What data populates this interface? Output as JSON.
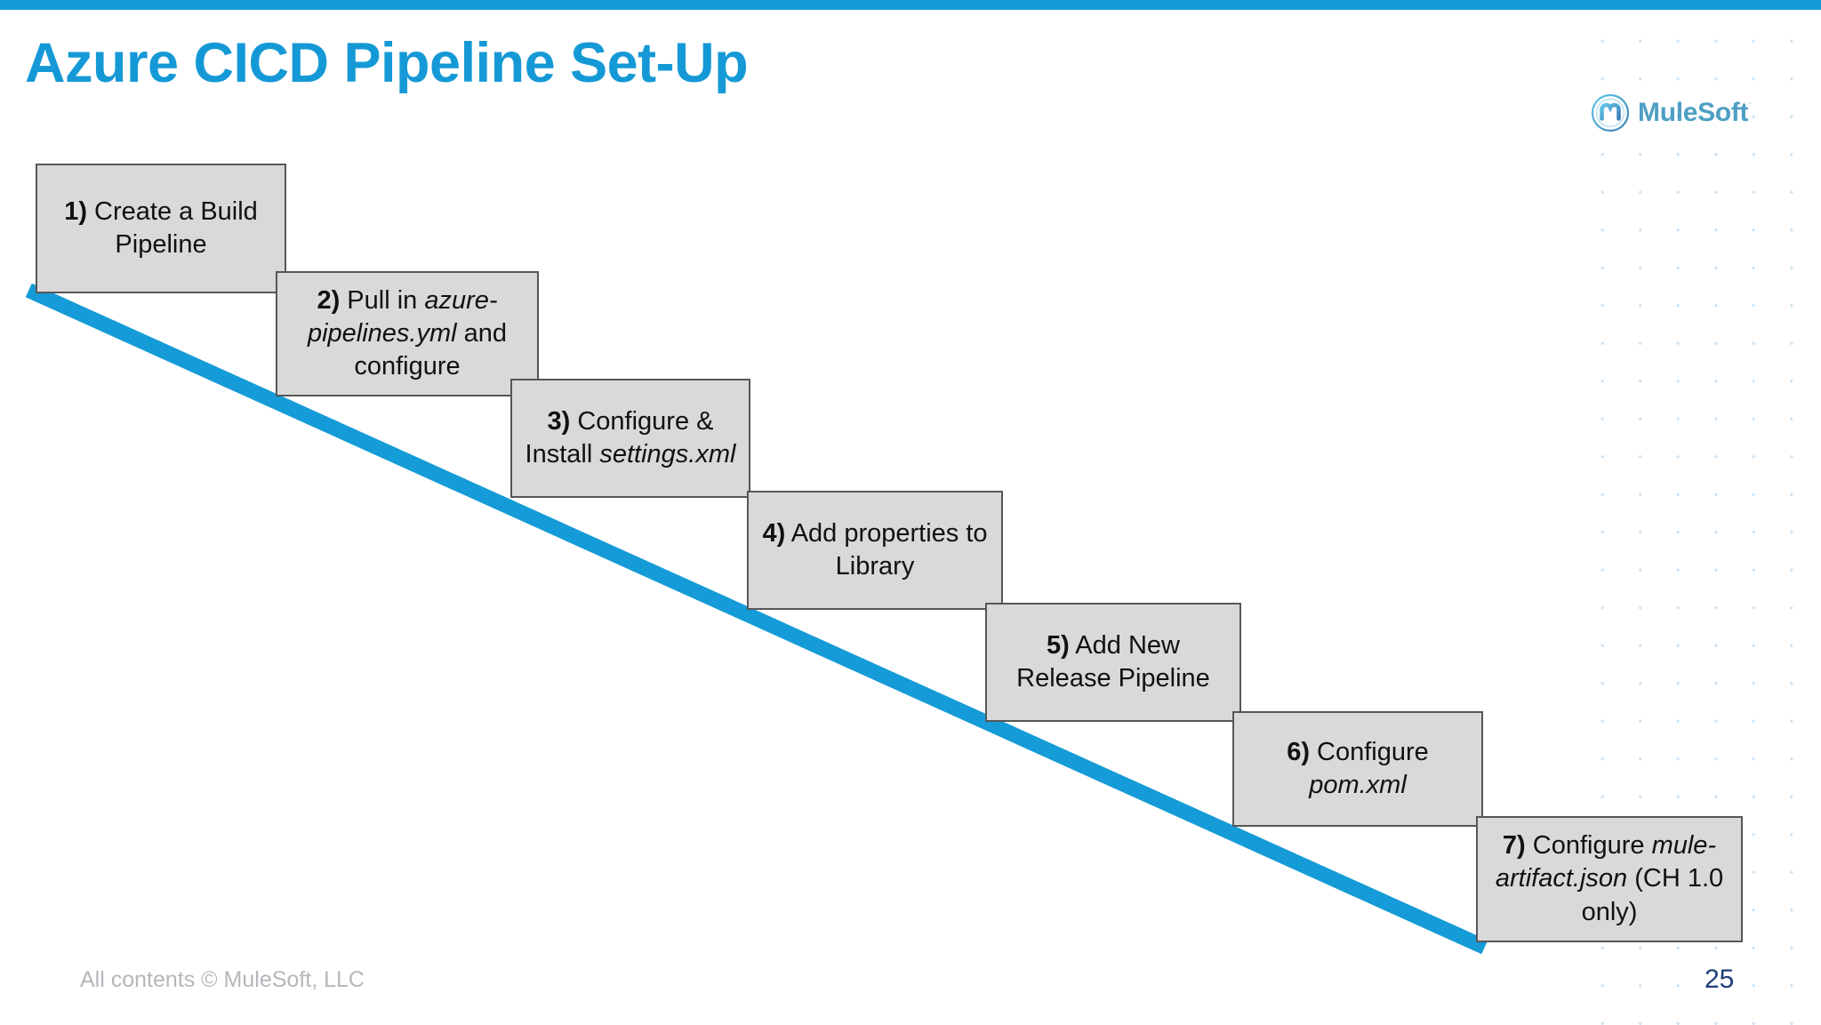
{
  "slide": {
    "title": "Azure CICD Pipeline Set-Up",
    "accent_color": "#159BD7",
    "box_fill_color": "#D9D9D9",
    "box_border_color": "#575757",
    "title_color": "#1599D6"
  },
  "logo": {
    "name": "mulesoft-logo",
    "wordmark": "MuleSoft",
    "trademark": "˙",
    "mark_letter": "M"
  },
  "steps": [
    {
      "index": "1)",
      "text_html": "<b>1)</b> Create a Build Pipeline",
      "plain": "1) Create a Build Pipeline"
    },
    {
      "index": "2)",
      "text_html": "<b>2)</b> Pull in <i>azure-pipelines.yml</i> and configure",
      "plain": "2) Pull in azure-pipelines.yml and configure"
    },
    {
      "index": "3)",
      "text_html": "<b>3)</b> Configure &amp; Install <i>settings.xml</i>",
      "plain": "3) Configure & Install settings.xml"
    },
    {
      "index": "4)",
      "text_html": "<b>4)</b> Add properties to Library",
      "plain": "4) Add properties to Library"
    },
    {
      "index": "5)",
      "text_html": "<b>5)</b> Add New Release Pipeline",
      "plain": "5) Add New Release Pipeline"
    },
    {
      "index": "6)",
      "text_html": "<b>6)</b> Configure <i>pom.xml</i>",
      "plain": "6) Configure pom.xml"
    },
    {
      "index": "7)",
      "text_html": "<b>7)</b> Configure <i>mule-artifact.json</i> (CH 1.0 only)",
      "plain": "7) Configure mule-artifact.json (CH 1.0 only)"
    }
  ],
  "footer": {
    "copyright": "All contents © MuleSoft, LLC",
    "page_number": "25"
  }
}
